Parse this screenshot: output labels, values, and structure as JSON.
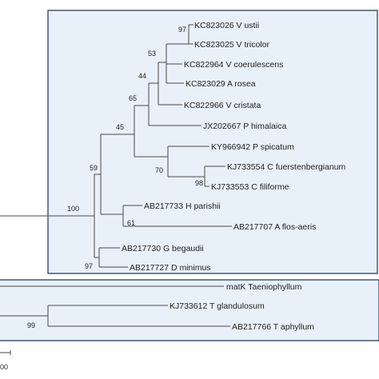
{
  "tree": {
    "taxa": {
      "t1": "KC823026 V ustii",
      "t2": "KC823025 V tricolor",
      "t3": "KC822964 V coerulescens",
      "t4": "KC823029 A rosea",
      "t5": "KC822966 V cristata",
      "t6": "JX202667 P himalaica",
      "t7": "KY966942 P spicatum",
      "t8": "KJ733554 C fuerstenbergianum",
      "t9": "KJ733553 C filiforme",
      "t10": "AB217733 H parishii",
      "t11": "AB217707 A flos-aeris",
      "t12": "AB217730 G begaudii",
      "t13": "AB217727 D minimus",
      "t14": "matK Taeniophyllum",
      "t15": "KJ733612 T glandulosum",
      "t16": "AB217766 T aphyllum"
    },
    "bootstrap": {
      "n1": "97",
      "n2": "53",
      "n3": "44",
      "n4": "65",
      "n5": "45",
      "n6": "98",
      "n7": "70",
      "n8": "59",
      "n9": "61",
      "n10": "100",
      "n11": "97",
      "n12": "99"
    },
    "scale_label": "00"
  }
}
